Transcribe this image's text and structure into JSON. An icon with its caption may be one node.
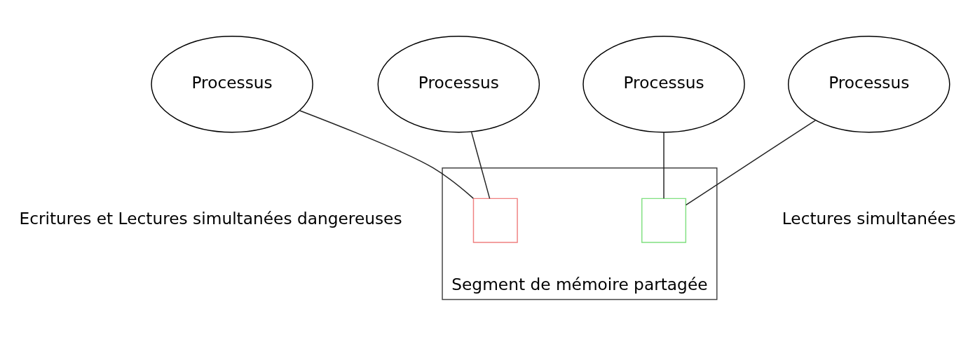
{
  "diagram": {
    "nodes": [
      {
        "text": [
          "Processus"
        ]
      },
      {
        "text": [
          "Processus"
        ]
      },
      {
        "text": [
          "Processus"
        ]
      },
      {
        "text": [
          "Processus"
        ]
      },
      {
        "text": [
          "Segment de mémoire partagée"
        ]
      },
      {
        "text": [],
        "shape": "box",
        "in": 4
      },
      {
        "text": [],
        "shape": "box",
        "in": 4
      }
    ],
    "edges": [
      {
        "from": 0,
        "to": 5,
        "arrow": "none"
      },
      {
        "from": 1,
        "to": 5,
        "arrow": "none"
      },
      {
        "from": 2,
        "to": 6,
        "arrow": "none"
      },
      {
        "from": 3,
        "to": 6,
        "arrow": "none"
      }
    ],
    "labels": [
      "Ecritures et Lectures simultanées dangereuses",
      "Lectures simultanées"
    ]
  }
}
